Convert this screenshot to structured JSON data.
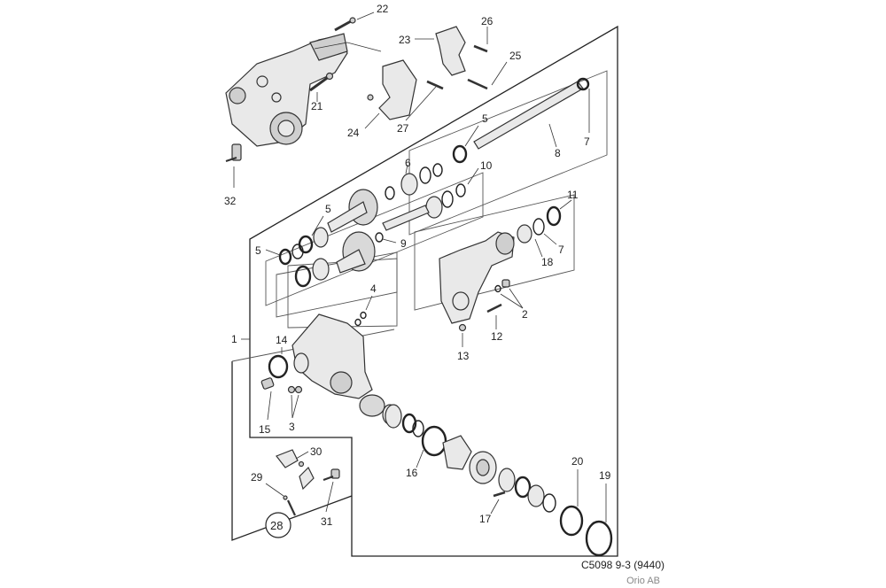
{
  "diagram": {
    "callouts": [
      "1",
      "2",
      "3",
      "4",
      "5",
      "5",
      "5",
      "6",
      "7",
      "7",
      "8",
      "9",
      "10",
      "11",
      "12",
      "13",
      "14",
      "15",
      "16",
      "17",
      "18",
      "19",
      "20",
      "21",
      "22",
      "23",
      "24",
      "25",
      "26",
      "27",
      "28",
      "29",
      "30",
      "31",
      "32"
    ]
  },
  "footer": {
    "code": "C5098 9-3 (9440)",
    "brand": "Orio AB"
  }
}
